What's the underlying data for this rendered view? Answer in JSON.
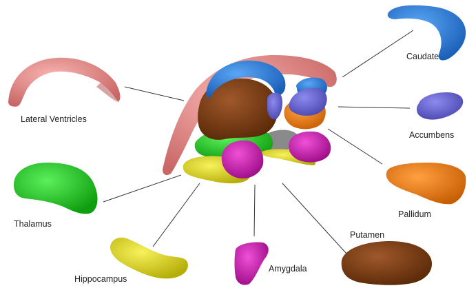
{
  "colors": {
    "lateral_ventricles": "#e98a88",
    "caudate": "#2e7fdd",
    "accumbens": "#6a66d6",
    "pallidum": "#f07a10",
    "putamen": "#7a3c12",
    "amygdala": "#d01ab5",
    "hippocampus": "#e2dc18",
    "thalamus": "#1bd51b",
    "leader_line": "#333333"
  },
  "labels": {
    "caudate": "Caudate",
    "lateral_ventricles": "Lateral Ventricles",
    "accumbens": "Accumbens",
    "pallidum": "Pallidum",
    "thalamus": "Thalamus",
    "putamen": "Putamen",
    "hippocampus": "Hippocampus",
    "amygdala": "Amygdala"
  }
}
